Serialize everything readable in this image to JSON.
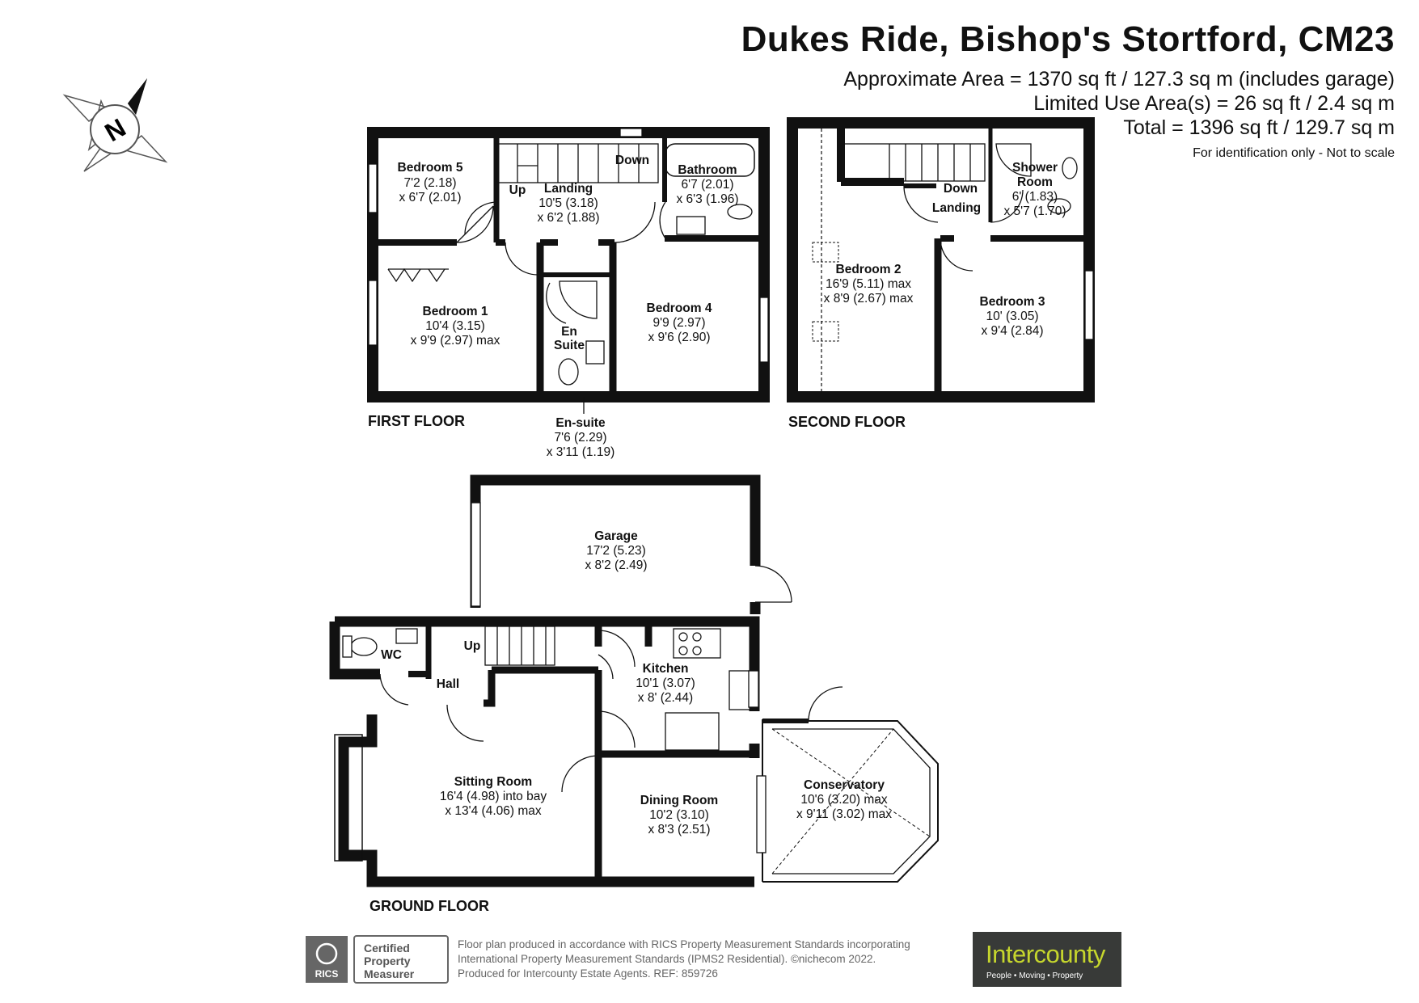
{
  "header": {
    "title": "Dukes Ride, Bishop's Stortford, CM23",
    "approx_area": "Approximate Area = 1370 sq ft / 127.3 sq m (includes garage)",
    "limited_use": "Limited Use Area(s) = 26 sq ft / 2.4 sq m",
    "total": "Total = 1396 sq ft / 129.7 sq m",
    "note": "For identification only - Not to scale"
  },
  "compass": {
    "letter": "N",
    "icon": "compass-rose-icon"
  },
  "floors": {
    "first": "FIRST FLOOR",
    "second": "SECOND FLOOR",
    "ground": "GROUND FLOOR"
  },
  "rooms": {
    "bedroom5": {
      "name": "Bedroom 5",
      "dim1": "7'2 (2.18)",
      "dim2": "x 6'7 (2.01)"
    },
    "landing1": {
      "name": "Landing",
      "dim1": "10'5 (3.18)",
      "dim2": "x 6'2 (1.88)"
    },
    "bathroom": {
      "name": "Bathroom",
      "dim1": "6'7 (2.01)",
      "dim2": "x 6'3 (1.96)"
    },
    "bedroom1": {
      "name": "Bedroom 1",
      "dim1": "10'4 (3.15)",
      "dim2": "x 9'9 (2.97) max"
    },
    "ensuite_box": {
      "line1": "En",
      "line2": "Suite"
    },
    "ensuite": {
      "name": "En-suite",
      "dim1": "7'6 (2.29)",
      "dim2": "x 3'11 (1.19)"
    },
    "bedroom4": {
      "name": "Bedroom 4",
      "dim1": "9'9 (2.97)",
      "dim2": "x 9'6 (2.90)"
    },
    "bedroom2": {
      "name": "Bedroom 2",
      "dim1": "16'9 (5.11) max",
      "dim2": "x 8'9 (2.67) max"
    },
    "landing2": {
      "name": "Landing"
    },
    "shower": {
      "line1": "Shower",
      "line2": "Room",
      "dim1": "6' (1.83)",
      "dim2": "x 5'7 (1.70)"
    },
    "bedroom3": {
      "name": "Bedroom 3",
      "dim1": "10' (3.05)",
      "dim2": "x 9'4 (2.84)"
    },
    "garage": {
      "name": "Garage",
      "dim1": "17'2 (5.23)",
      "dim2": "x 8'2 (2.49)"
    },
    "wc": {
      "name": "WC"
    },
    "hall": {
      "name": "Hall"
    },
    "kitchen": {
      "name": "Kitchen",
      "dim1": "10'1 (3.07)",
      "dim2": "x 8' (2.44)"
    },
    "sitting": {
      "name": "Sitting Room",
      "dim1": "16'4 (4.98) into bay",
      "dim2": "x 13'4 (4.06) max"
    },
    "dining": {
      "name": "Dining Room",
      "dim1": "10'2 (3.10)",
      "dim2": "x 8'3 (2.51)"
    },
    "conservatory": {
      "name": "Conservatory",
      "dim1": "10'6 (3.20) max",
      "dim2": "x 9'11 (3.02) max"
    }
  },
  "stairs": {
    "up": "Up",
    "down": "Down"
  },
  "footer": {
    "rics_badge": "RICS",
    "certified": [
      "Certified",
      "Property",
      "Measurer"
    ],
    "line1": "Floor plan produced in accordance with RICS Property Measurement Standards incorporating",
    "line2": "International Property Measurement Standards (IPMS2 Residential).  ©nichecom 2022.",
    "line3": "Produced for Intercounty Estate Agents.   REF: 859726"
  },
  "logo": {
    "name": "Intercounty",
    "tagline": "People • Moving • Property",
    "color": "#c6d62d",
    "bg": "#383a38"
  }
}
